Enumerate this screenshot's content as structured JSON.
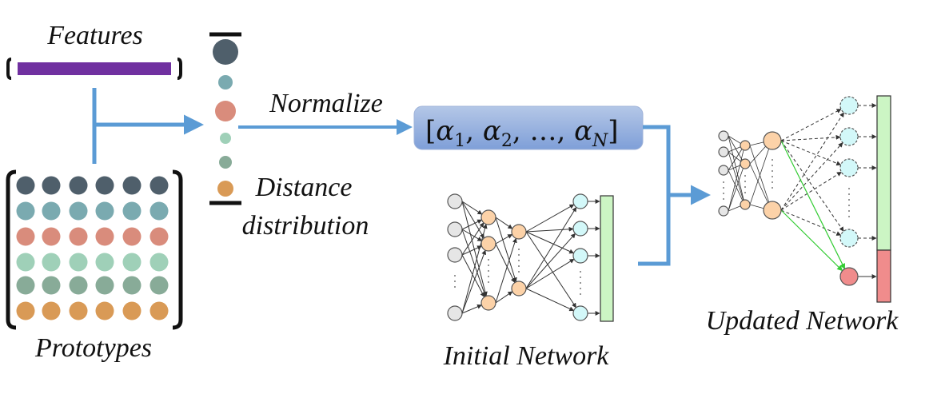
{
  "labels": {
    "features": "Features",
    "prototypes": "Prototypes",
    "normalize": "Normalize",
    "distance_line1": "Distance",
    "distance_line2": "distribution",
    "initial_network": "Initial Network",
    "updated_network": "Updated Network"
  },
  "formula": {
    "open": "[",
    "a1": "α",
    "s1": "1",
    "comma1": ", ",
    "a2": "α",
    "s2": "2",
    "comma2": ", …, ",
    "aN": "α",
    "sN": "N",
    "close": "]"
  },
  "colors": {
    "feature_bar": "#7030a0",
    "arrow": "#5b9bd5",
    "formula_box_top": "#b4c7e7",
    "formula_box_bottom": "#7f9fd8",
    "prototype_rows": [
      "#4f5f6b",
      "#7aaab0",
      "#d98c7c",
      "#9fd0b8",
      "#88ab98",
      "#d99a56"
    ],
    "node_gray": "#e6e6e6",
    "node_orange": "#fcd2a8",
    "node_cyan": "#d3f8f9",
    "output_green": "#ccf5c4",
    "output_red": "#f08c8c"
  }
}
